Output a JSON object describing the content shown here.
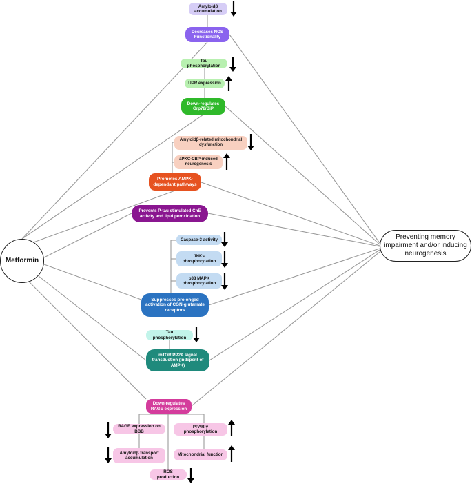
{
  "central": {
    "label": "Metformin"
  },
  "outcome": {
    "label": "Preventing memory impairment and/or inducing neurogenesis"
  },
  "nodes": {
    "amyloid_accumulation": {
      "label": "Amyloidβ accumulation",
      "effect": "decrease"
    },
    "nos": {
      "label": "Decreases NOS Functionality"
    },
    "tau_phos_1": {
      "label": "Tau phosphorylation",
      "effect": "decrease"
    },
    "upr": {
      "label": "UPR expression",
      "effect": "increase"
    },
    "grp": {
      "label": "Down-regulates Grp78/BiP"
    },
    "mito_dysfunction": {
      "label": "Amyloidβ-related mitochondrial dysfunction",
      "effect": "decrease"
    },
    "apkc": {
      "label": "aPKC-CBP-induced neurogenesis",
      "effect": "increase"
    },
    "ampk": {
      "label": "Promotes AMPK-dependant pathways"
    },
    "ptau": {
      "label": "Prevents P-tau stimulated ChE activity and lipid peroxidation"
    },
    "caspase": {
      "label": "Caspase-3 activity",
      "effect": "decrease"
    },
    "jnk": {
      "label": "JNKs phosphorylation",
      "effect": "decrease"
    },
    "p38": {
      "label": "p38 MAPK phosphorylation",
      "effect": "decrease"
    },
    "cgn": {
      "label": "Suppresses prolonged activation of CGN-glutamate receptors"
    },
    "tau_phos_2": {
      "label": "Tau phosphorylation",
      "effect": "decrease"
    },
    "mtor": {
      "label": "mTOR/PP2A signal transduction (indepent of AMPK)"
    },
    "rage": {
      "label": "Down-regulates RAGE expression"
    },
    "rage_bbb": {
      "label": "RAGE expression on BBB",
      "effect": "decrease"
    },
    "amyloid_transport": {
      "label": "Amyloidβ transport accumulation",
      "effect": "decrease"
    },
    "ros": {
      "label": "ROS production",
      "effect": "decrease"
    },
    "ppar": {
      "label": "PPAR-γ phosphorylation",
      "effect": "increase"
    },
    "mito_function": {
      "label": "Mitochondrial function",
      "effect": "increase"
    }
  },
  "colors": {
    "line": "#9a9a9a",
    "arrow": "#000000",
    "purple_light": "#d6cdf6",
    "purple": "#8a63ee",
    "green_light": "#b8f0b0",
    "green": "#2fb92a",
    "orange_light": "#f8d0c0",
    "orange": "#e65220",
    "magenta": "#8a1690",
    "blue_light": "#c3dbf2",
    "blue": "#2b73c1",
    "teal_light": "#c2f4ea",
    "teal": "#1f8a7c",
    "pink": "#d43c9c",
    "pink_light": "#f7c6e6"
  }
}
